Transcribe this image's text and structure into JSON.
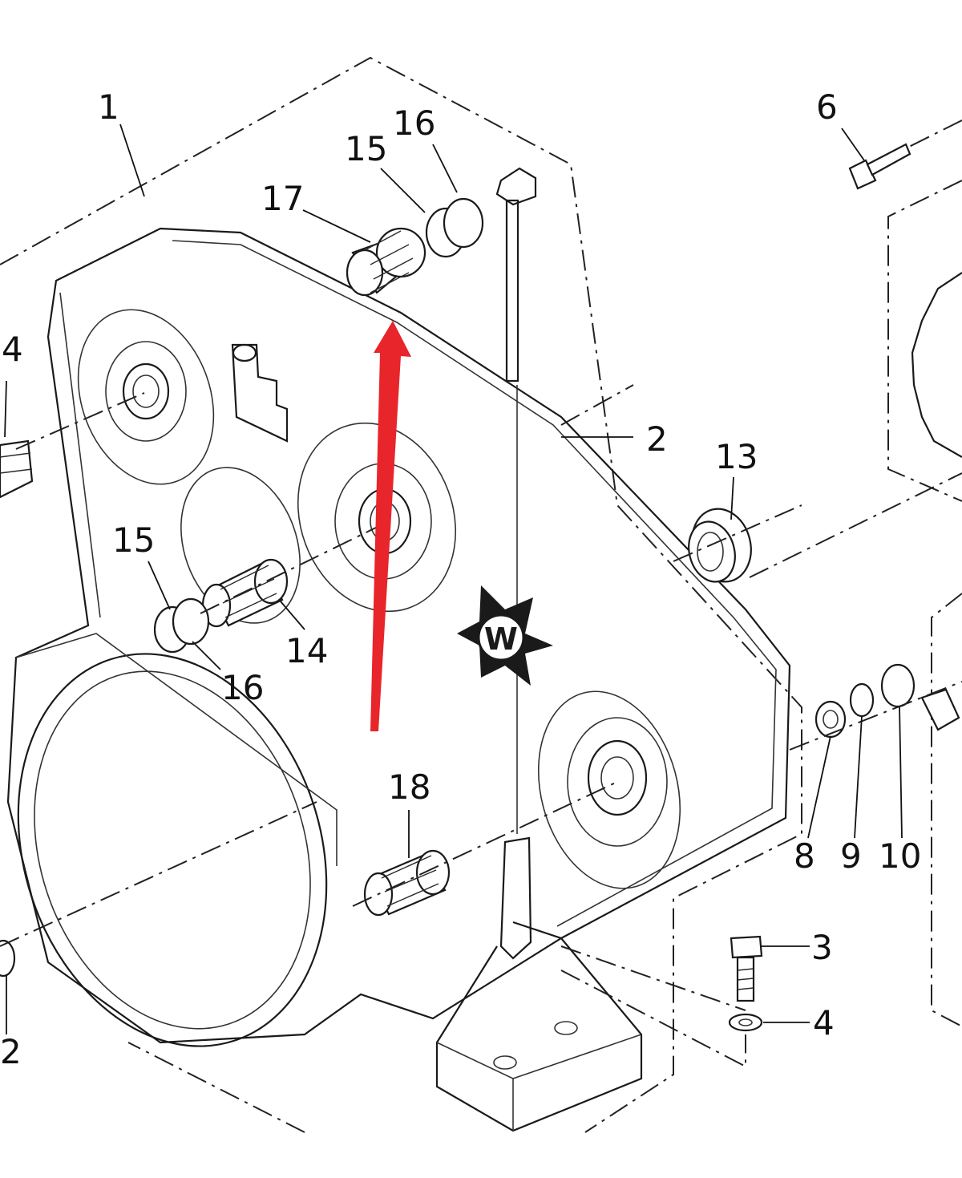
{
  "callouts": [
    {
      "id": "c1",
      "text": "1"
    },
    {
      "id": "c2a",
      "text": "2"
    },
    {
      "id": "c2b",
      "text": "2"
    },
    {
      "id": "c3",
      "text": "3"
    },
    {
      "id": "c4a",
      "text": "4"
    },
    {
      "id": "c4b",
      "text": "4"
    },
    {
      "id": "c6",
      "text": "6"
    },
    {
      "id": "c8",
      "text": "8"
    },
    {
      "id": "c9",
      "text": "9"
    },
    {
      "id": "c10",
      "text": "10"
    },
    {
      "id": "c13",
      "text": "13"
    },
    {
      "id": "c14",
      "text": "14"
    },
    {
      "id": "c15a",
      "text": "15"
    },
    {
      "id": "c15b",
      "text": "15"
    },
    {
      "id": "c16a",
      "text": "16"
    },
    {
      "id": "c16b",
      "text": "16"
    },
    {
      "id": "c17",
      "text": "17"
    },
    {
      "id": "c18",
      "text": "18"
    }
  ],
  "logo": {
    "text": "W"
  },
  "colors": {
    "arrow": "#e8252a",
    "line": "#1a1a1a",
    "background": "#ffffff"
  }
}
